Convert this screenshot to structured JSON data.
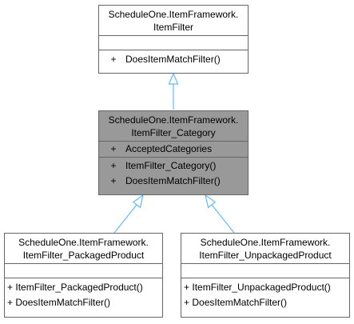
{
  "diagram": {
    "base": {
      "title_line1": "ScheduleOne.ItemFramework.",
      "title_line2": "ItemFilter",
      "methods": [
        {
          "visibility": "+",
          "name": "DoesItemMatchFilter()"
        }
      ]
    },
    "focus": {
      "title_line1": "ScheduleOne.ItemFramework.",
      "title_line2": "ItemFilter_Category",
      "attributes": [
        {
          "visibility": "+",
          "name": "AcceptedCategories"
        }
      ],
      "methods": [
        {
          "visibility": "+",
          "name": "ItemFilter_Category()"
        },
        {
          "visibility": "+",
          "name": "DoesItemMatchFilter()"
        }
      ]
    },
    "packaged": {
      "title_line1": "ScheduleOne.ItemFramework.",
      "title_line2": "ItemFilter_PackagedProduct",
      "methods": [
        {
          "visibility": "+",
          "name": "ItemFilter_PackagedProduct()"
        },
        {
          "visibility": "+",
          "name": "DoesItemMatchFilter()"
        }
      ]
    },
    "unpackaged": {
      "title_line1": "ScheduleOne.ItemFramework.",
      "title_line2": "ItemFilter_UnpackagedProduct",
      "methods": [
        {
          "visibility": "+",
          "name": "ItemFilter_UnpackagedProduct()"
        },
        {
          "visibility": "+",
          "name": "DoesItemMatchFilter()"
        }
      ]
    },
    "colors": {
      "arrow": "#63b8ff",
      "border": "#666666",
      "focus_fill": "#999999"
    }
  }
}
